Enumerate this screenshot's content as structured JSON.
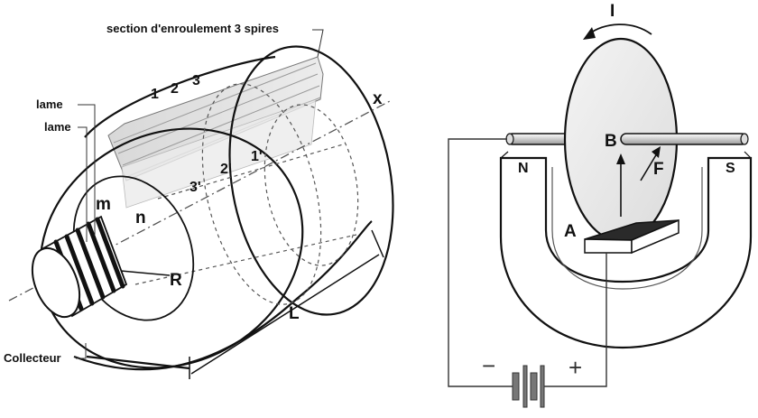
{
  "left_diagram": {
    "winding_section_label": "section d'enroulement 3 spires",
    "lame_label_top": "lame",
    "lame_label_bottom": "lame",
    "turn_labels": [
      "1",
      "2",
      "3"
    ],
    "turn_prime_labels": [
      "1'",
      "2'",
      "3'"
    ],
    "axis_label": "x",
    "point_m": "m",
    "point_n": "n",
    "radius_label": "R",
    "length_label": "L",
    "collector_label": "Collecteur"
  },
  "right_diagram": {
    "current_label": "I",
    "point_b": "B",
    "force_label": "F",
    "point_a": "A",
    "north_label": "N",
    "south_label": "S",
    "minus_sign": "−",
    "plus_sign": "+"
  }
}
